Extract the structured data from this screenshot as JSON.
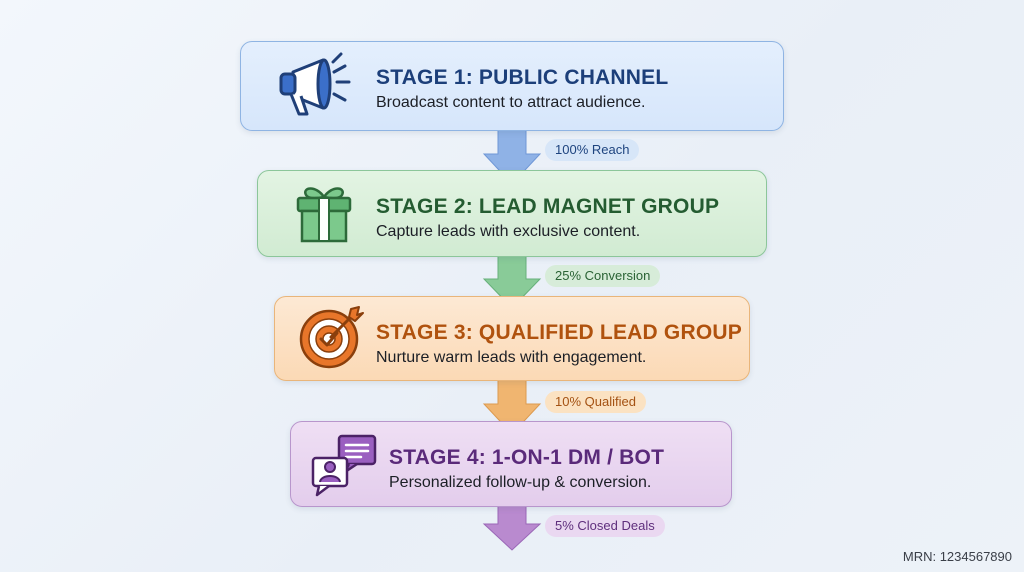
{
  "stages": [
    {
      "title": "STAGE 1: PUBLIC CHANNEL",
      "description": "Broadcast content to attract audience.",
      "icon": "megaphone-icon"
    },
    {
      "title": "STAGE 2: LEAD MAGNET GROUP",
      "description": "Capture leads with exclusive content.",
      "icon": "gift-icon"
    },
    {
      "title": "STAGE 3: QUALIFIED LEAD GROUP",
      "description": "Nurture warm leads with engagement.",
      "icon": "target-icon"
    },
    {
      "title": "STAGE 4: 1-ON-1 DM / BOT",
      "description": "Personalized follow-up & conversion.",
      "icon": "chat-bubble-user-icon"
    }
  ],
  "transitions": [
    {
      "label": "100% Reach"
    },
    {
      "label": "25% Conversion"
    },
    {
      "label": "10% Qualified"
    },
    {
      "label": "5% Closed Deals"
    }
  ],
  "footer": {
    "mrn": "MRN: 1234567890"
  },
  "colors": {
    "stage1": "#d6e6fb",
    "stage2": "#d1ebd2",
    "stage3": "#fbd9b5",
    "stage4": "#e3cdec",
    "arrow1": "#8fb2e6",
    "arrow2": "#89cb98",
    "arrow3": "#f0b570",
    "arrow4": "#b98acf"
  }
}
